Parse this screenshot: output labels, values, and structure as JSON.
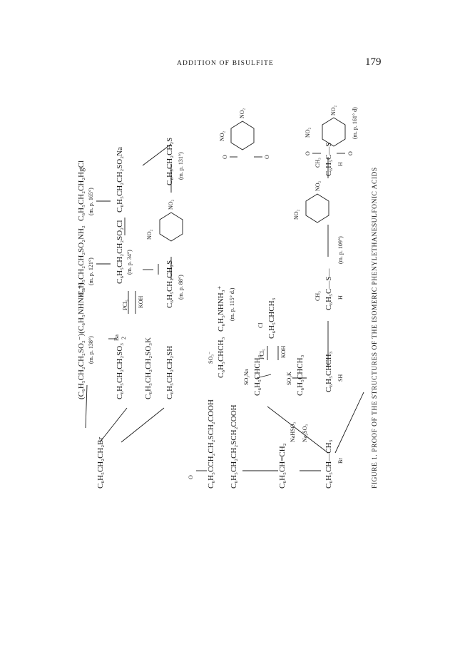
{
  "header": {
    "running_head": "ADDITION OF BISULFITE",
    "page_number": "179"
  },
  "figure": {
    "caption": "FIGURE 1. PROOF OF THE STRUCTURES OF THE ISOMERIC PHENYLETHANESULFONIC ACIDS",
    "compounds": {
      "top_left_salt": "(C₆H₅CH₂CH₂SO₂⁻)(C₆H₅NHNH₃⁺)",
      "top_left_salt_mp": "(m. p. 138°)",
      "amide": "C₆H₅CH₂CH₂SO₂NH₂",
      "amide_mp": "(m. p. 121°)",
      "mercury": "C₆H₅CH₂CH₂HgCl",
      "mercury_mp": "(m. p. 165°)",
      "bromide": "C₆H₅CH₂CH₂Br",
      "ba_salt": "C₆H₅CH₂CH₂SO₃",
      "ba_salt_ion": "Ba",
      "ba_salt_denominator": "2",
      "sulfonyl_chloride": "C₆H₅CH₂CH₂SO₂Cl",
      "sulfonyl_chloride_mp": "(m. p. 34°)",
      "sulfinate": "C₆H₅CH₂CH₂SO₂Na",
      "k_salt": "C₆H₅CH₂CH₂SO₃K",
      "thiol": "C₆H₅CH₂CH₂SH",
      "sulfide_a": "C₆H₅CH₂CH₂S",
      "sulfide_a_mp": "(m. p. 88°)",
      "sulfone_a": "C₆H₅CH₂CH₂S",
      "sulfone_a_mp": "(m. p. 131°)",
      "no2": "NO₂",
      "sulfone_o": "O",
      "ketone_acid_o": "O",
      "ketone_acid": "C₆H₅CCH₂CH₂SCH₂COOH",
      "acid": "C₆H₅CH₂CH₂SCH₂COOH",
      "styrene": "C₆H₅CH=CH₂",
      "bromo": "C₆H₅CH—CH₃",
      "bromo_br": "Br",
      "paren_so3": "SO₃⁻",
      "paren_formula": "C₆H₅CHCH₃",
      "paren_cation": "C₆H₅NHNH₃⁺",
      "paren_mp": "(m. p. 115° d.)",
      "alpha_na": "C₆H₅CHCH₃",
      "alpha_na_group": "SO₃Na",
      "alpha_cl": "C₆H₅CHCH₃",
      "alpha_cl_group": "Cl",
      "alpha_k": "C₆H₅CHCH₃",
      "alpha_k_group": "SO₃K",
      "alpha_sh": "C₆H₅CHCH₃",
      "alpha_sh_group": "SH",
      "alpha_sulfide": "C₆H₅C—S—",
      "alpha_sulfide_ch3": "CH₃",
      "alpha_sulfide_h": "H",
      "alpha_sulfide_mp": "(m. p. 109°)",
      "alpha_sulfone": "C₆H₅C—S",
      "alpha_sulfone_ch3": "CH₃",
      "alpha_sulfone_o": "O",
      "alpha_sulfone_h": "H",
      "alpha_sulfone_mp": "(m. p. 161° d)"
    },
    "reagents": {
      "pcl5": "PCl₅",
      "koh": "KOH",
      "nahso3": "NaHSO₃",
      "na2so3": "Na₂SO₃"
    }
  }
}
